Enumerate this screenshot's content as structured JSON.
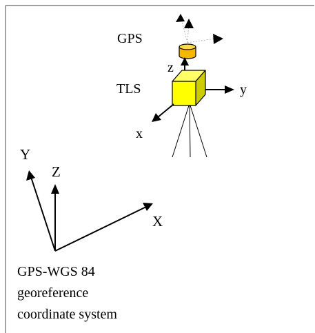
{
  "labels": {
    "gps": "GPS",
    "tls": "TLS",
    "local_axes": {
      "z": "z",
      "y": "y",
      "x": "x"
    },
    "global_axes": {
      "y": "Y",
      "z": "Z",
      "x": "X"
    },
    "caption_lines": [
      "GPS-WGS 84",
      "georeference",
      "coordinate system"
    ]
  },
  "colors": {
    "tls_cube_front": "#ffff00",
    "tls_cube_top": "#ffff66",
    "tls_cube_side": "#cccc00",
    "gps_antenna": "#f5b800",
    "gps_antenna_top": "#ffd84a",
    "ink": "#000000",
    "frame": "#666666"
  }
}
